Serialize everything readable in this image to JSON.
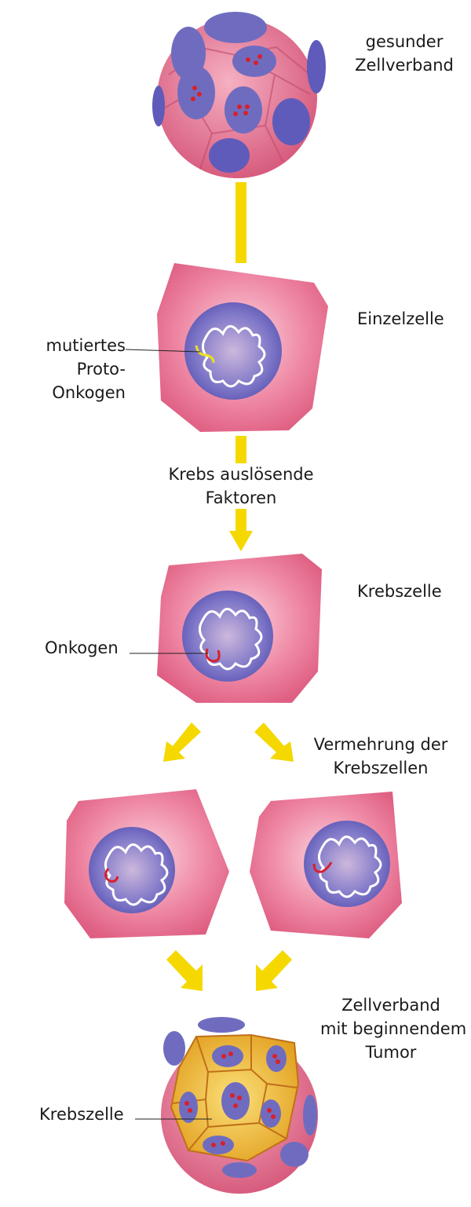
{
  "labels": {
    "healthy_tissue": [
      "gesunder",
      "Zellverband"
    ],
    "single_cell": "Einzelzelle",
    "mutated_proto_oncogene": [
      "mutiertes",
      "Proto-",
      "Onkogen"
    ],
    "carcinogenic_factors": [
      "Krebs auslösende",
      "Faktoren"
    ],
    "cancer_cell": "Krebszelle",
    "oncogene": "Onkogen",
    "proliferation": [
      "Vermehrung der",
      "Krebszellen"
    ],
    "tissue_with_tumor": [
      "Zellverband",
      "mit beginnendem",
      "Tumor"
    ],
    "cancer_cell_bottom": "Krebszelle"
  },
  "colors": {
    "cell": "#e8718f",
    "nucleus": "#6f6cc0",
    "arrow": "#f5d800",
    "tumor": "#f0b52a",
    "proto_oncogene": "#e8e020",
    "oncogene": "#d8202a"
  }
}
